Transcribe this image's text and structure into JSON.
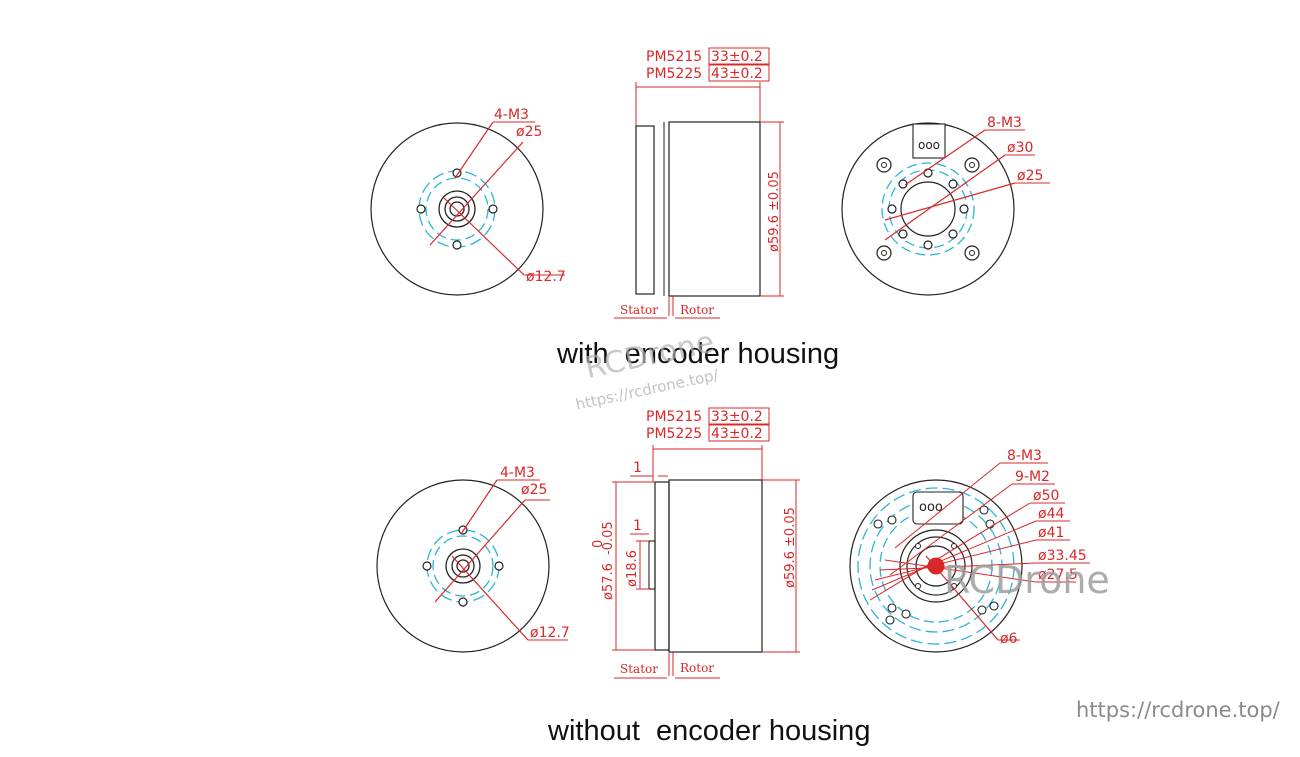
{
  "captions": {
    "top": "with  encoder housing",
    "bottom": "without  encoder housing"
  },
  "watermarks": {
    "brand": "RCDrone",
    "url_small": "https://rcdrone.top/",
    "brand_overlay": "RCDrone",
    "url_corner": "https://rcdrone.top/"
  },
  "top_drawing": {
    "front": {
      "holes": "4-M3",
      "pcd": "ø25",
      "bore": "ø12.7"
    },
    "side": {
      "length_rows": [
        {
          "model": "PM5215",
          "length": "33±0.2"
        },
        {
          "model": "PM5225",
          "length": "43±0.2"
        }
      ],
      "diameter": "ø59.6 ±0.05",
      "stator": "Stator",
      "rotor": "Rotor"
    },
    "rear": {
      "holes": "8-M3",
      "d1": "ø30",
      "d2": "ø25",
      "connector": "ooo"
    }
  },
  "bottom_drawing": {
    "front": {
      "holes": "4-M3",
      "pcd": "ø25",
      "bore": "ø12.7"
    },
    "side": {
      "length_rows": [
        {
          "model": "PM5215",
          "length": "33±0.2"
        },
        {
          "model": "PM5225",
          "length": "43±0.2"
        }
      ],
      "offset_top": "1",
      "offset_mid": "1",
      "stator_dia": "ø57.6",
      "stator_tol": "-0.05",
      "stator_tol_upper": "0",
      "shaft_dia": "ø18.6",
      "diameter": "ø59.6 ±0.05",
      "stator": "Stator",
      "rotor": "Rotor"
    },
    "rear": {
      "labels": [
        "8-M3",
        "9-M2",
        "ø50",
        "ø44",
        "ø41",
        "ø33.45",
        "ø27.5",
        "ø6"
      ],
      "connector": "ooo"
    }
  },
  "colors": {
    "dimension": "#d8282a",
    "outline": "#222222",
    "center_line": "#2fb4d8"
  }
}
